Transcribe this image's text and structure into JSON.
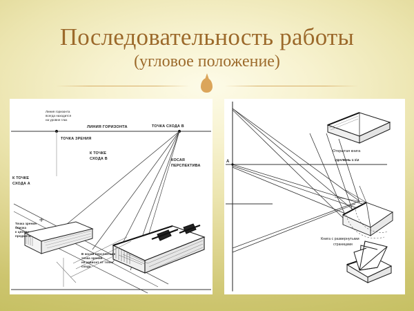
{
  "slide": {
    "title": "Последовательность работы",
    "subtitle": "(угловое положение)",
    "accent_color": "#9c6a2a",
    "bullet_color": "#dba55a",
    "background_color": "#cdc56f"
  },
  "left_figure": {
    "name": "Угловая (косая) перспектива — построение книги",
    "labels": {
      "horizon_note": "Линия горизонта",
      "horizon_note2": "всегда находится",
      "horizon_note3": "на уровне глаз",
      "horizon_line": "ЛИНИЯ ГОРИЗОНТА",
      "vanishing_point_b": "ТОЧКА СХОДА В",
      "view_point": "ТОЧКА ЗРЕНИЯ",
      "to_vp_b_1": "К ТОЧКЕ",
      "to_vp_b_2": "СХОДА В",
      "to_vp_a_1": "К ТОЧКЕ",
      "to_vp_a_2": "СХОДА А",
      "oblique_1": "КОСАЯ",
      "oblique_2": "ПЕРСПЕКТИВА",
      "note_left_1": "Точка зрения",
      "note_left_2": "близка",
      "note_left_3": "к центру",
      "note_left_4": "предмета",
      "note_bottom_1": "В косой перспективе",
      "note_bottom_2": "точка зрения",
      "note_bottom_3": "не зависит от точек",
      "note_bottom_4": "схода"
    }
  },
  "right_figure": {
    "name": "Построение открытой книги по лучам из точки А",
    "labels": {
      "point_a": "A",
      "open_book": "Открытая книга",
      "scale": "УДАЛЕНЬ 1:1\\2",
      "spread_book_1": "Книга с развернутыми",
      "spread_book_2": "страницами"
    }
  }
}
